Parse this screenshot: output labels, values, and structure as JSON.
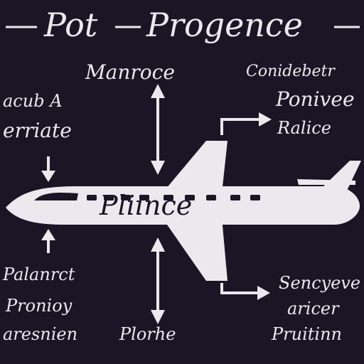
{
  "title": {
    "left": "Pot",
    "right": "Progence"
  },
  "labels": {
    "top_center": "Manroce",
    "top_right_1": "Conidebetr",
    "top_right_2": "Ponivee",
    "top_right_3": "Ralice",
    "left_1": "acub A",
    "left_2": "erriate",
    "plane": "Pliince",
    "bottom_left_1": "Palanrct",
    "bottom_left_2": "Pronioy",
    "bottom_left_3": "aresnien",
    "bottom_center": "Plorhe",
    "bottom_right_1": "Sencyeve",
    "bottom_right_2": "aricer",
    "bottom_right_3": "Pruitinn"
  },
  "colors": {
    "background": "#1a1626",
    "foreground": "#ece9ee"
  }
}
